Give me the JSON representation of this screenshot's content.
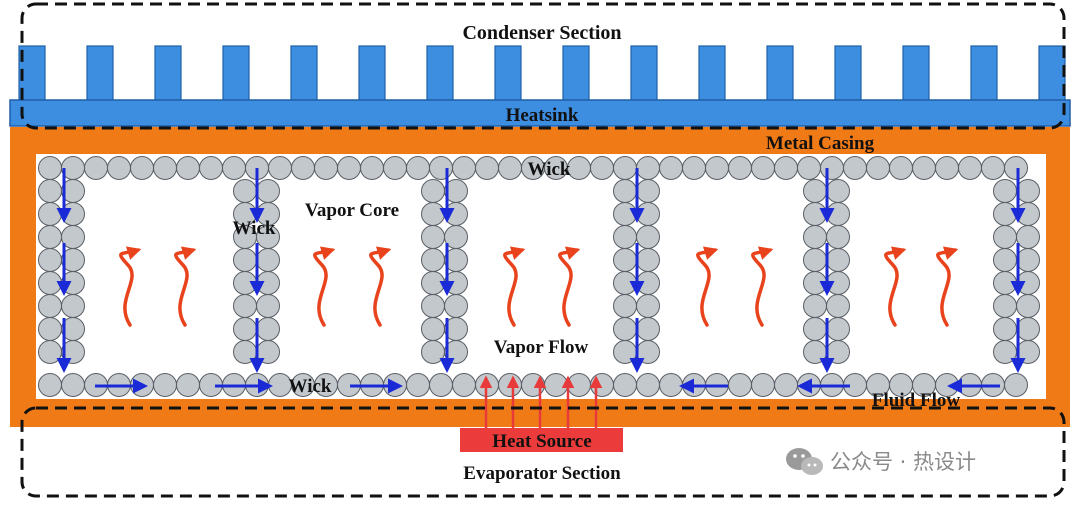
{
  "labels": {
    "condenser": "Condenser Section",
    "heatsink": "Heatsink",
    "metal_casing": "Metal Casing",
    "wick_top": "Wick",
    "wick_left": "Wick",
    "wick_bottom": "Wick",
    "vapor_core": "Vapor Core",
    "vapor_flow": "Vapor Flow",
    "fluid_flow": "Fluid Flow",
    "heat_source": "Heat Source",
    "evaporator": "Evaporator Section"
  },
  "watermark": {
    "text": "公众号 · 热设计",
    "icon": "wechat-icon"
  },
  "colors": {
    "heatsink": "#3d8de0",
    "heatsink_stroke": "#1f5fa8",
    "casing": "#f07a16",
    "wick_bead": "#c3c8cd",
    "wick_bead_stroke": "#5a5f66",
    "fluid_arrow": "#1a2ad6",
    "vapor_arrow": "#e8431c",
    "heat_source": "#ec3b3b",
    "heat_arrow": "#e83a3a",
    "dashed_border": "#111111"
  }
}
